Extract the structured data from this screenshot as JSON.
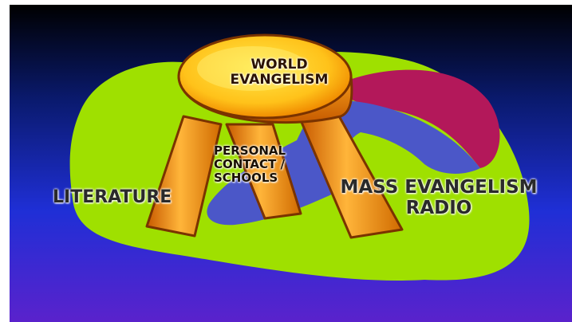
{
  "slide": {
    "seat_label_line1": "WORLD",
    "seat_label_line2": "EVANGELISM",
    "middle_leg_line1": "PERSONAL",
    "middle_leg_line2": "CONTACT /",
    "middle_leg_line3": "SCHOOLS",
    "left_leg_label": "LITERATURE",
    "right_leg_line1": "MASS EVANGELISM",
    "right_leg_line2": "RADIO"
  },
  "colors": {
    "background_top": "#000000",
    "background_bottom": "#5a22cc",
    "blob_green": "#9fe000",
    "swirl_blue": "#4b57c8",
    "swirl_magenta": "#b3185a",
    "stool_orange": "#f6a01c",
    "stool_seat_yellow": "#ffd21a"
  },
  "icons": {
    "stool": "three-legged-stool-clipart"
  }
}
